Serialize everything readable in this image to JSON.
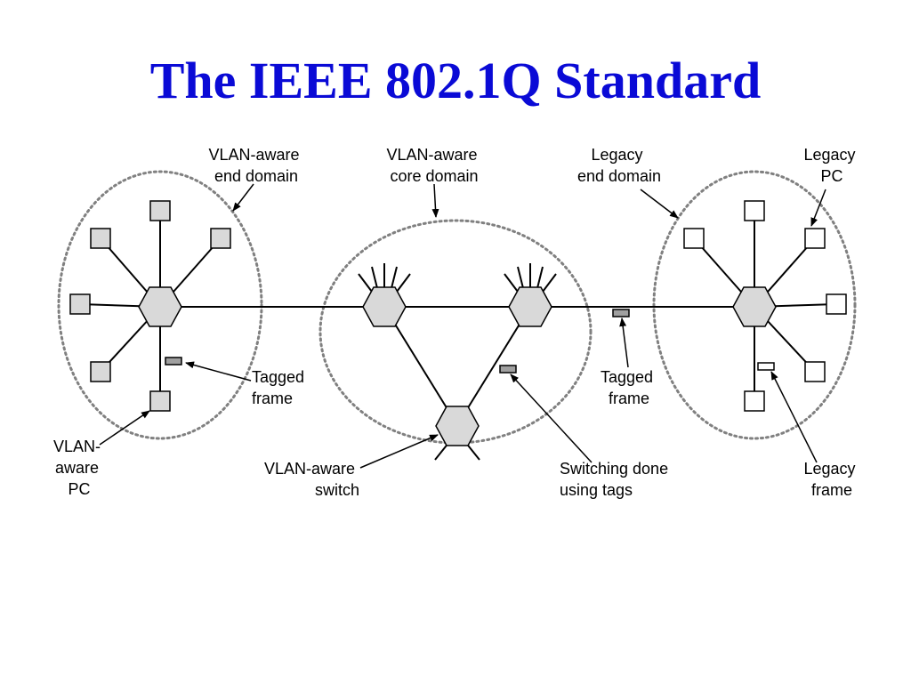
{
  "title": "The IEEE 802.1Q Standard",
  "colors": {
    "title": "#0a0ad6",
    "vlan_aware_fill": "#d9d9d9",
    "legacy_fill": "#ffffff",
    "switch_fill": "#d9d9d9",
    "line": "#000000",
    "domain_border": "#808080"
  },
  "labels": {
    "vlan_end_domain": [
      "VLAN-aware",
      "end domain"
    ],
    "vlan_core_domain": [
      "VLAN-aware",
      "core domain"
    ],
    "legacy_end_domain": [
      "Legacy",
      "end domain"
    ],
    "legacy_pc": [
      "Legacy",
      "PC"
    ],
    "tagged_frame_left": [
      "Tagged",
      "frame"
    ],
    "tagged_frame_right": [
      "Tagged",
      "frame"
    ],
    "vlan_aware_pc": [
      "VLAN-",
      "aware",
      "PC"
    ],
    "vlan_aware_switch": [
      "VLAN-aware",
      "switch"
    ],
    "switching_done": [
      "Switching done",
      "using tags"
    ],
    "legacy_frame": [
      "Legacy",
      "frame"
    ]
  }
}
